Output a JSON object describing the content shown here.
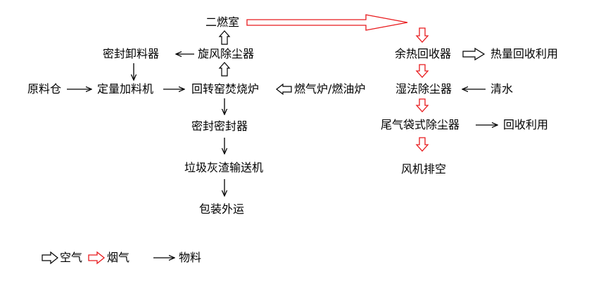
{
  "nodes": {
    "secondary_chamber": "二燃室",
    "seal_discharger": "密封卸料器",
    "cyclone_dust_collector": "旋风除尘器",
    "raw_material_bin": "原料仓",
    "quantitative_feeder": "定量加料机",
    "rotary_kiln_incinerator": "回转窑焚烧炉",
    "gas_oil_furnace": "燃气炉/燃油炉",
    "sealing_device": "密封密封器",
    "ash_conveyor": "垃圾灰渣输送机",
    "packaging_transport": "包装外运",
    "waste_heat_recovery": "余热回收器",
    "heat_recovery_use": "热量回收利用",
    "wet_dust_collector": "湿法除尘器",
    "clean_water": "清水",
    "bag_dust_collector": "尾气袋式除尘器",
    "recycling_use": "回收利用",
    "fan_exhaust": "风机排空"
  },
  "legend": {
    "air": "空气",
    "flue_gas": "烟气",
    "material": "物料"
  },
  "colors": {
    "air_arrow": "#000000",
    "flue_gas_arrow": "#e8191c",
    "material_arrow": "#000000"
  }
}
